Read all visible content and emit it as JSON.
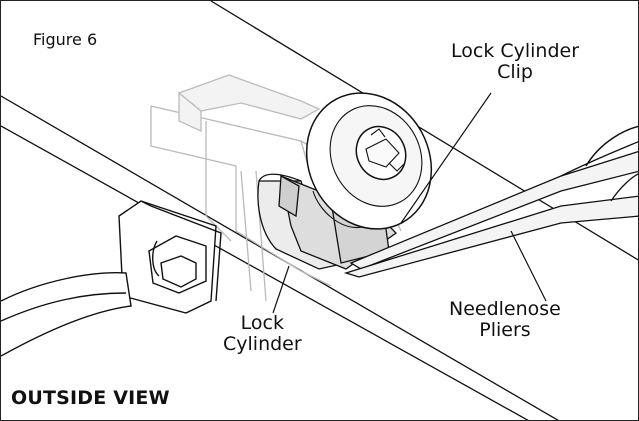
{
  "figure": {
    "number_label": "Figure 6",
    "view_label": "OUTSIDE VIEW"
  },
  "callouts": {
    "lock_cylinder_clip": [
      "Lock Cylinder",
      "Clip"
    ],
    "lock_cylinder": [
      "Lock",
      "Cylinder"
    ],
    "needlenose_pliers": [
      "Needlenose",
      "Pliers"
    ]
  },
  "colors": {
    "line": "#111111",
    "ghost_line": "#b8b8b8",
    "fill_light": "#f2f2f2",
    "fill_mid": "#dedede"
  }
}
